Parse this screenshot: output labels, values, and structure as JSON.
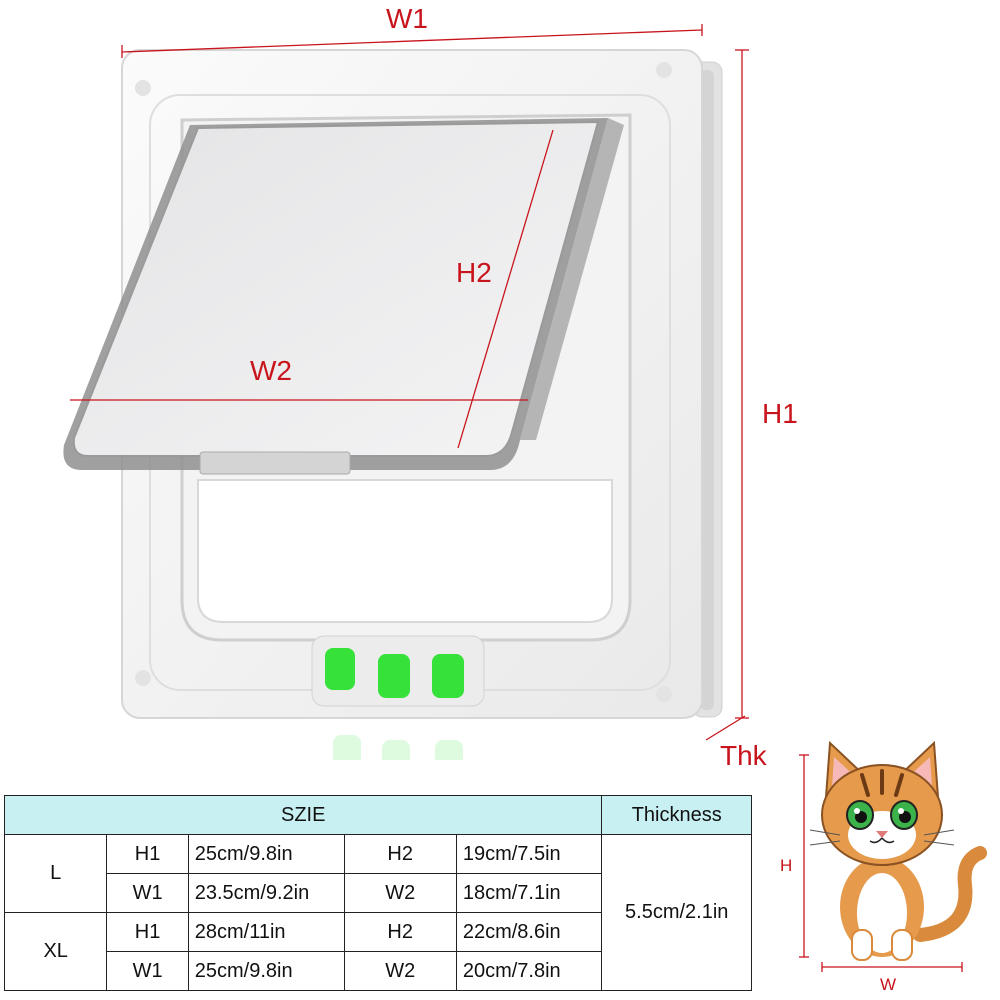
{
  "dimensions": {
    "w1": "W1",
    "h1": "H1",
    "h2": "H2",
    "w2": "W2",
    "thk": "Thk"
  },
  "cat_dimensions": {
    "h": "H",
    "w": "W"
  },
  "table": {
    "header_size": "SZIE",
    "header_thickness": "Thickness",
    "rows": [
      {
        "size": "L",
        "a_label": "H1",
        "a_value": "25cm/9.8in",
        "b_label": "H2",
        "b_value": "19cm/7.5in"
      },
      {
        "size": "",
        "a_label": "W1",
        "a_value": "23.5cm/9.2in",
        "b_label": "W2",
        "b_value": "18cm/7.1in"
      },
      {
        "size": "XL",
        "a_label": "H1",
        "a_value": "28cm/11in",
        "b_label": "H2",
        "b_value": "22cm/8.6in"
      },
      {
        "size": "",
        "a_label": "W1",
        "a_value": "25cm/9.8in",
        "b_label": "W2",
        "b_value": "20cm/7.8in"
      }
    ],
    "thickness_value": "5.5cm/2.1in"
  },
  "colors": {
    "dimension_line": "#c8141c",
    "header_bg": "#c8f0f2",
    "lock_button": "#35e035"
  }
}
